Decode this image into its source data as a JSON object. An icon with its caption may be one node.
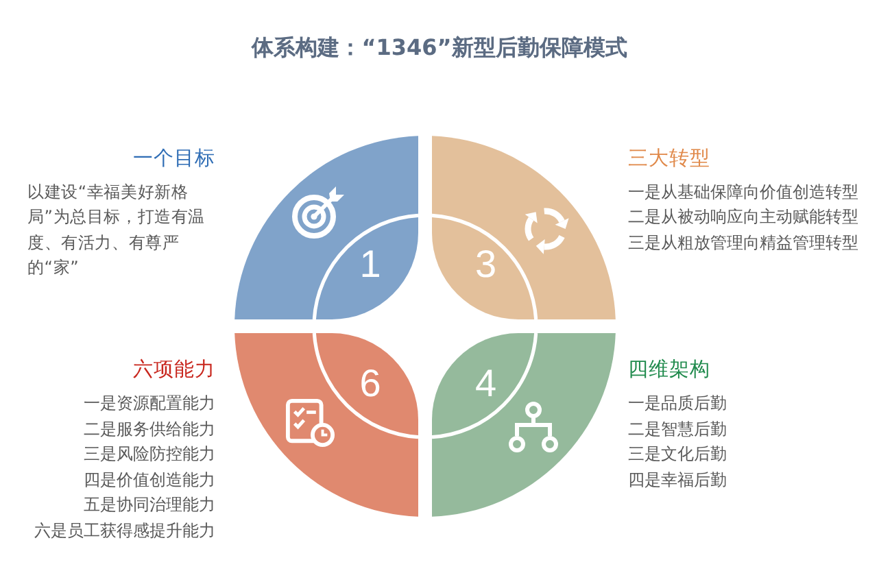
{
  "diagram": {
    "title": "体系构建：“1346”新型后勤保障模式",
    "nodes": [
      {
        "text": [
          "1"
        ],
        "beside": [
          "一个目标",
          "以建设“幸福美好新格局”为总目标，打造有温度、有活力、有尊严的“家”"
        ]
      },
      {
        "text": [
          "3"
        ],
        "beside": [
          "三大转型",
          "一是从基础保障向价值创造转型",
          "二是从被动响应向主动赋能转型",
          "三是从粗放管理向精益管理转型"
        ]
      },
      {
        "text": [
          "6"
        ],
        "beside": [
          "六项能力",
          "一是资源配置能力",
          "二是服务供给能力",
          "三是风险防控能力",
          "四是价值创造能力",
          "五是协同治理能力",
          "六是员工获得感提升能力"
        ]
      },
      {
        "text": [
          "4"
        ],
        "beside": [
          "四维架构",
          "一是品质后勤",
          "二是智慧后勤",
          "三是文化后勤",
          "四是幸福后勤"
        ]
      }
    ]
  }
}
